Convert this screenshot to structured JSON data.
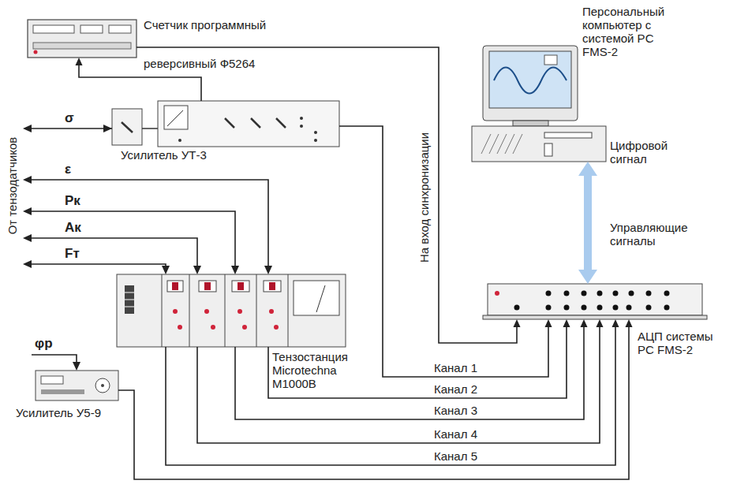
{
  "diagram": {
    "nodes": [
      {
        "text": [
          "Счетчик программный",
          "реверсивный Ф5264"
        ]
      },
      {
        "text": [
          "Усилитель УТ-3"
        ]
      },
      {
        "text": [
          "Тензостанция Microtechna M1000B"
        ]
      },
      {
        "text": [
          "Усилитель У5-9"
        ]
      },
      {
        "text": [
          "АЦП системы PC FMS-2"
        ]
      },
      {
        "text": [
          "Персональный компьютер с системой PC FMS-2"
        ]
      }
    ],
    "edges": [
      {
        "from": 0,
        "to": 4,
        "label": "На вход синхронизации",
        "arrow": "to"
      },
      {
        "from": 1,
        "to": 0,
        "arrow": "to"
      },
      {
        "from": 1,
        "to": 4,
        "label": "Канал 1",
        "arrow": "to"
      },
      {
        "from": 2,
        "to": 4,
        "label": "Канал 2",
        "arrow": "to"
      },
      {
        "from": 2,
        "to": 4,
        "label": "Канал 3",
        "arrow": "to"
      },
      {
        "from": 2,
        "to": 4,
        "label": "Канал 4",
        "arrow": "to"
      },
      {
        "from": 2,
        "to": 4,
        "label": "Канал 5",
        "arrow": "to"
      },
      {
        "from": 3,
        "to": 4,
        "arrow": "to"
      },
      {
        "from": 5,
        "to": 4,
        "arrow": "both"
      }
    ],
    "labels": [
      "От тензодатчиков",
      "σ",
      "ε",
      "Pк",
      "Aк",
      "Fт",
      "φр",
      "Цифровой сигнал",
      "Управляющие сигналы"
    ]
  }
}
